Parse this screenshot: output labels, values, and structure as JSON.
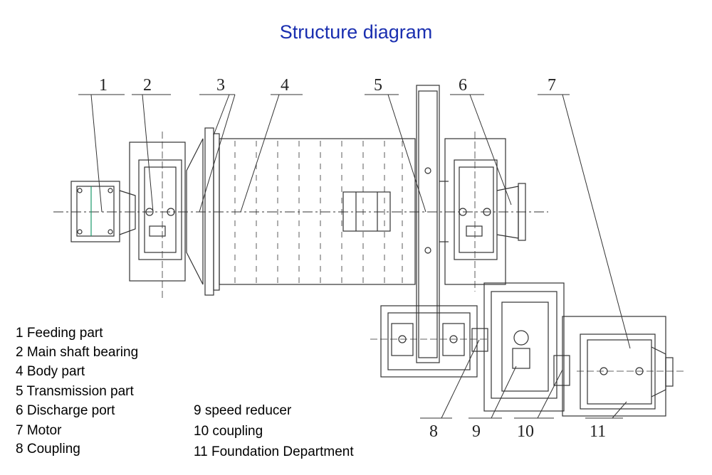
{
  "title": "Structure diagram",
  "callouts": [
    "1",
    "2",
    "3",
    "4",
    "5",
    "6",
    "7",
    "8",
    "9",
    "10",
    "11"
  ],
  "legend_left": [
    "1 Feeding part",
    "2 Main shaft bearing",
    "4 Body part",
    "5 Transmission part",
    "6 Discharge port",
    "7 Motor",
    "8 Coupling"
  ],
  "legend_right": [
    "9 speed reducer",
    "10 coupling",
    "11 Foundation Department"
  ],
  "colors": {
    "title": "#1a2fb0",
    "line": "#333333",
    "accent": "#1a9a6a"
  }
}
